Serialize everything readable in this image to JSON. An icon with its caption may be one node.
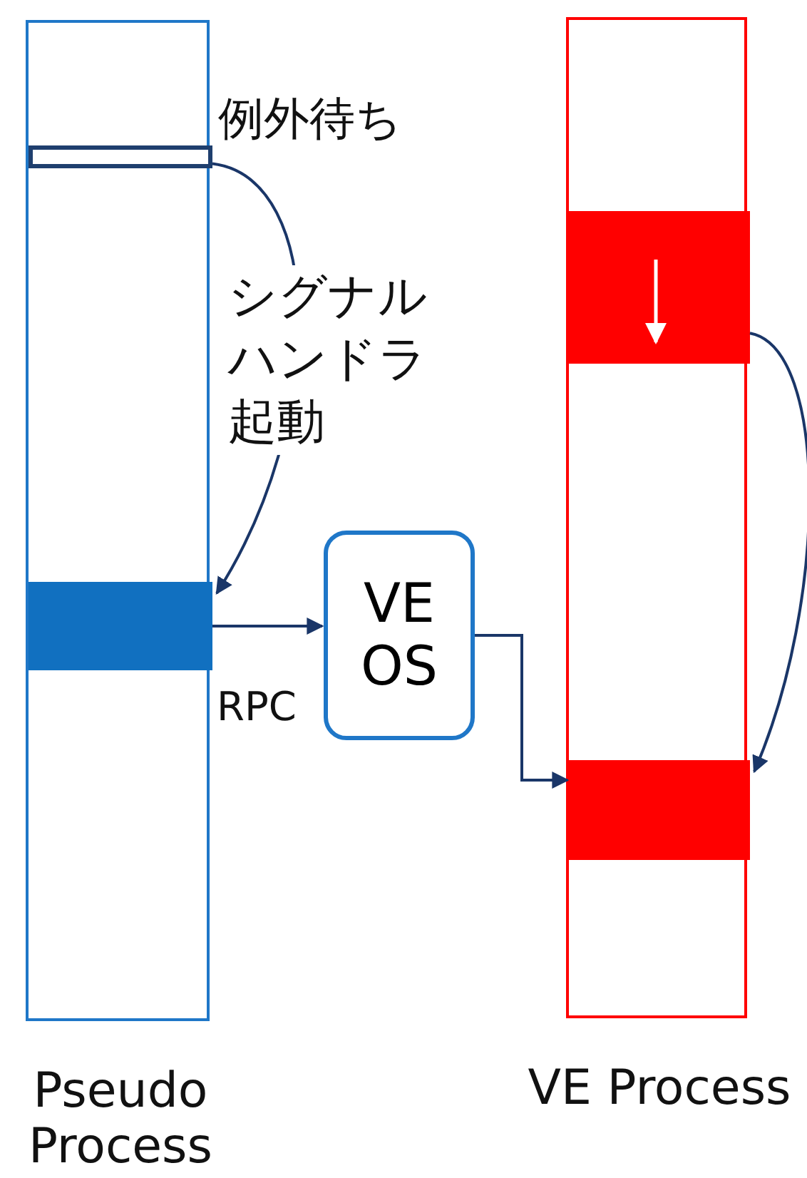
{
  "diagram": {
    "nodes": [
      {
        "text": [
          "Pseudo Process"
        ]
      },
      {
        "text": [],
        "shape": "box",
        "in": 0,
        "beside": [
          "例外待ち"
        ]
      },
      {
        "text": [],
        "shape": "bar",
        "in": 0
      },
      {
        "text": [
          "VE OS"
        ]
      },
      {
        "text": [
          "VE Process"
        ]
      },
      {
        "text": [],
        "shape": "bar",
        "in": 4
      },
      {
        "text": [],
        "shape": "bar",
        "in": 4
      }
    ],
    "edges": [
      {
        "from": 1,
        "to": 2,
        "arrow": "to",
        "label": "シグナルハンドラ起動"
      },
      {
        "from": 2,
        "to": 3,
        "arrow": "to",
        "label": "RPC"
      },
      {
        "from": 3,
        "to": 6,
        "arrow": "to"
      },
      {
        "from": 5,
        "to": 6,
        "arrow": "to"
      }
    ]
  }
}
